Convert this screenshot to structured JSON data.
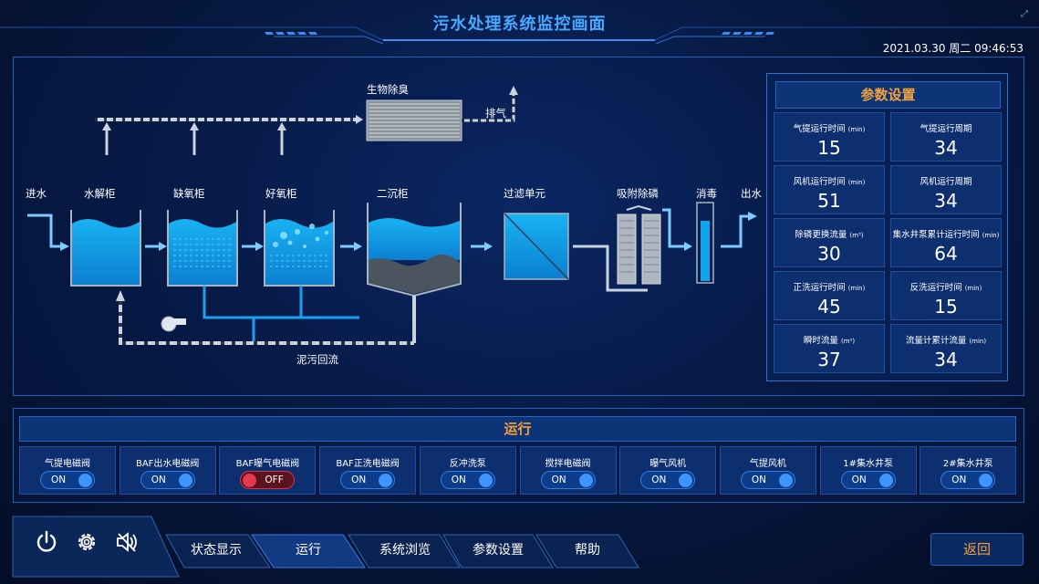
{
  "header": {
    "title": "污水处理系统监控画面",
    "datetime": "2021.03.30 周二 09:46:53"
  },
  "process": {
    "labels": {
      "bio_deodorize": "生物除臭",
      "exhaust": "排气",
      "inlet": "进水",
      "hydrolysis_tank": "水解柜",
      "anoxic_tank": "缺氧柜",
      "aerobic_tank": "好氧柜",
      "secondary_clarifier": "二沉柜",
      "filter_unit": "过滤单元",
      "adsorption_dephos": "吸附除磷",
      "disinfection": "消毒",
      "outlet": "出水",
      "sludge_return": "泥污回流"
    }
  },
  "params": {
    "title": "参数设置",
    "items": [
      {
        "label": "气提运行时间",
        "unit": "(min)",
        "value": "15"
      },
      {
        "label": "气提运行周期",
        "unit": "",
        "value": "34"
      },
      {
        "label": "风机运行时间",
        "unit": "(min)",
        "value": "51"
      },
      {
        "label": "风机运行周期",
        "unit": "",
        "value": "34"
      },
      {
        "label": "除磷更换流量",
        "unit": "(m³)",
        "value": "30"
      },
      {
        "label": "集水井泵累计运行时间",
        "unit": "(min)",
        "value": "64"
      },
      {
        "label": "正洗运行时间",
        "unit": "(min)",
        "value": "45"
      },
      {
        "label": "反洗运行时间",
        "unit": "(min)",
        "value": "15"
      },
      {
        "label": "瞬时流量",
        "unit": "(m³)",
        "value": "37"
      },
      {
        "label": "流量计累计流量",
        "unit": "(min)",
        "value": "34"
      }
    ]
  },
  "run": {
    "title": "运行",
    "items": [
      {
        "label": "气提电磁阀",
        "state": "ON"
      },
      {
        "label": "BAF出水电磁阀",
        "state": "ON"
      },
      {
        "label": "BAF曝气电磁阀",
        "state": "OFF"
      },
      {
        "label": "BAF正洗电磁阀",
        "state": "ON"
      },
      {
        "label": "反冲洗泵",
        "state": "ON"
      },
      {
        "label": "搅拌电磁阀",
        "state": "ON"
      },
      {
        "label": "曝气风机",
        "state": "ON"
      },
      {
        "label": "气提风机",
        "state": "ON"
      },
      {
        "label": "1#集水井泵",
        "state": "ON"
      },
      {
        "label": "2#集水井泵",
        "state": "ON"
      }
    ]
  },
  "nav": {
    "tabs": [
      "状态显示",
      "运行",
      "系统浏览",
      "参数设置",
      "帮助"
    ],
    "active": "运行",
    "back": "返回",
    "icons": [
      "power-icon",
      "gear-icon",
      "mute-icon"
    ]
  },
  "colors": {
    "accent": "#47a8ff",
    "highlight": "#f3a13a",
    "water": "#13a5ec",
    "on": "#3f95ff",
    "off": "#e33a4d"
  }
}
